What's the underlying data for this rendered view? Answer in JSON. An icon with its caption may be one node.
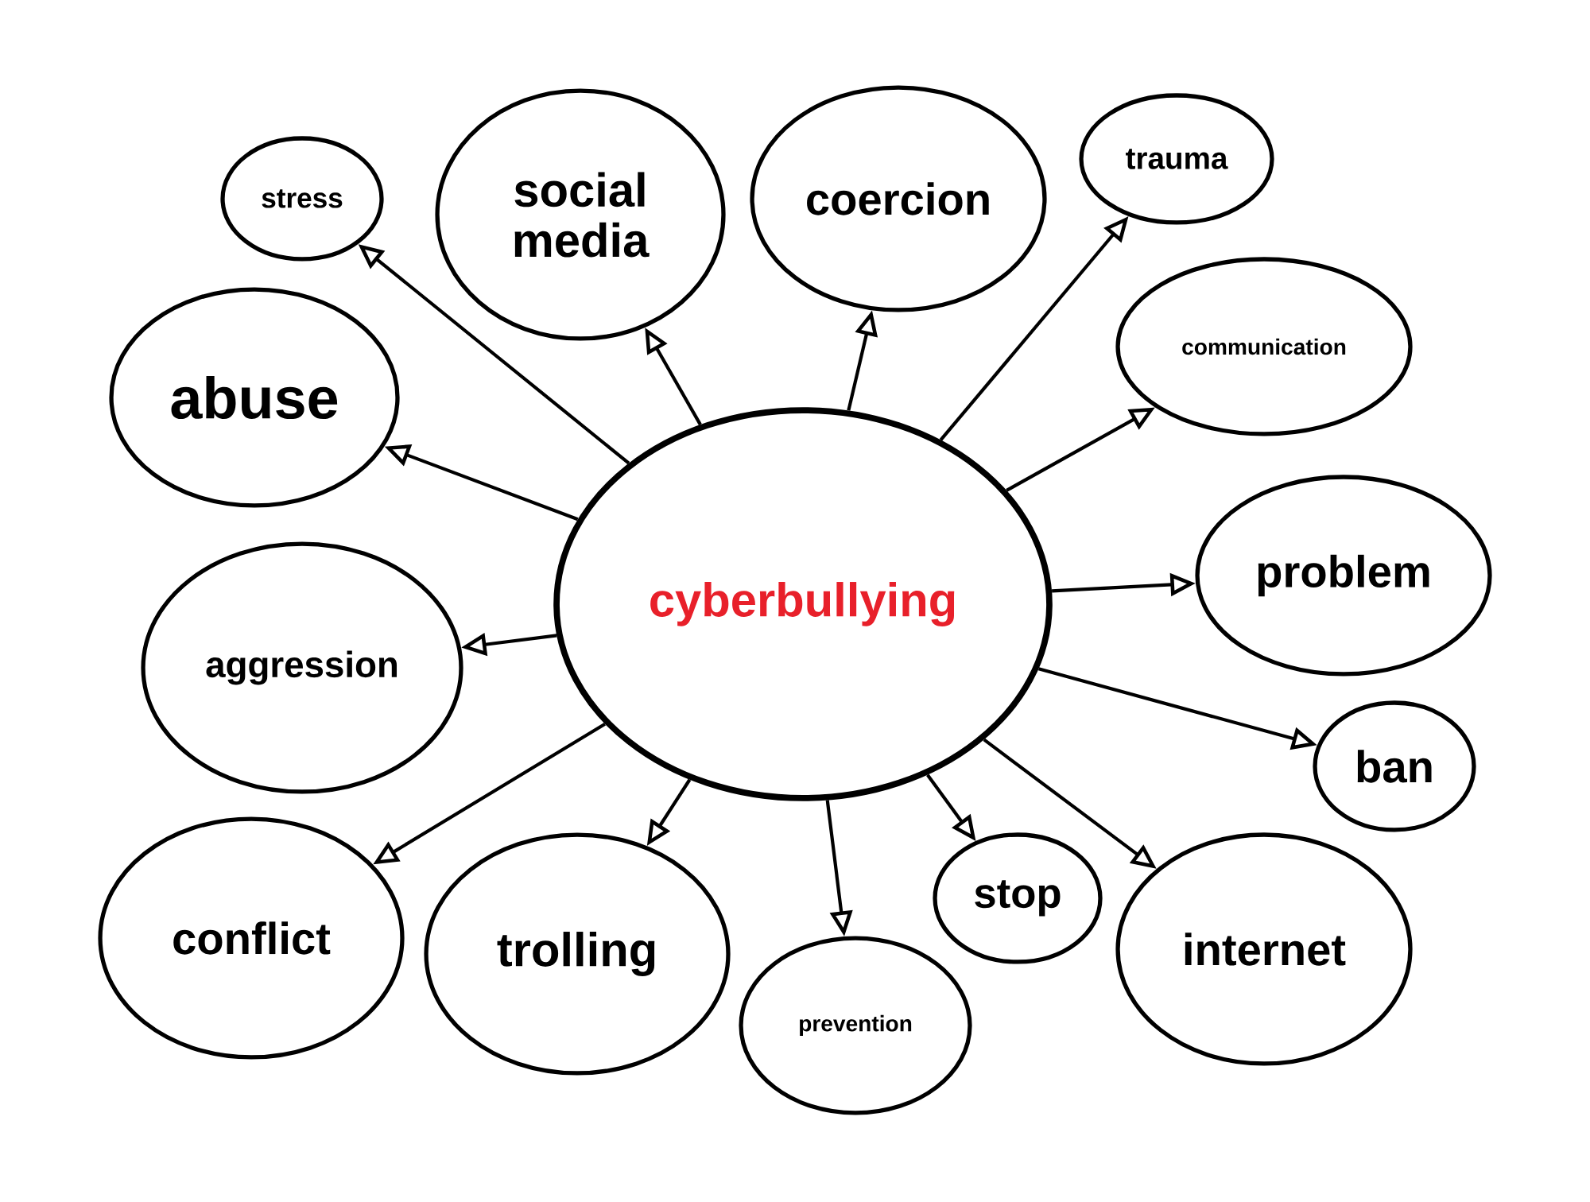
{
  "diagram": {
    "nodes": [
      {
        "text": [
          "cyberbullying"
        ]
      },
      {
        "text": [
          "stress"
        ]
      },
      {
        "text": [
          "social media"
        ]
      },
      {
        "text": [
          "coercion"
        ]
      },
      {
        "text": [
          "trauma"
        ]
      },
      {
        "text": [
          "communication"
        ]
      },
      {
        "text": [
          "abuse"
        ]
      },
      {
        "text": [
          "problem"
        ]
      },
      {
        "text": [
          "aggression"
        ]
      },
      {
        "text": [
          "ban"
        ]
      },
      {
        "text": [
          "conflict"
        ]
      },
      {
        "text": [
          "trolling"
        ]
      },
      {
        "text": [
          "stop"
        ]
      },
      {
        "text": [
          "internet"
        ]
      },
      {
        "text": [
          "prevention"
        ]
      }
    ],
    "edges": [
      {
        "from": 0,
        "to": 1,
        "arrow": "to"
      },
      {
        "from": 0,
        "to": 2,
        "arrow": "to"
      },
      {
        "from": 0,
        "to": 3,
        "arrow": "to"
      },
      {
        "from": 0,
        "to": 4,
        "arrow": "to"
      },
      {
        "from": 0,
        "to": 5,
        "arrow": "to"
      },
      {
        "from": 0,
        "to": 6,
        "arrow": "to"
      },
      {
        "from": 0,
        "to": 7,
        "arrow": "to"
      },
      {
        "from": 0,
        "to": 8,
        "arrow": "to"
      },
      {
        "from": 0,
        "to": 9,
        "arrow": "to"
      },
      {
        "from": 0,
        "to": 10,
        "arrow": "to"
      },
      {
        "from": 0,
        "to": 11,
        "arrow": "to"
      },
      {
        "from": 0,
        "to": 12,
        "arrow": "to"
      },
      {
        "from": 0,
        "to": 13,
        "arrow": "to"
      },
      {
        "from": 0,
        "to": 14,
        "arrow": "to"
      }
    ]
  }
}
